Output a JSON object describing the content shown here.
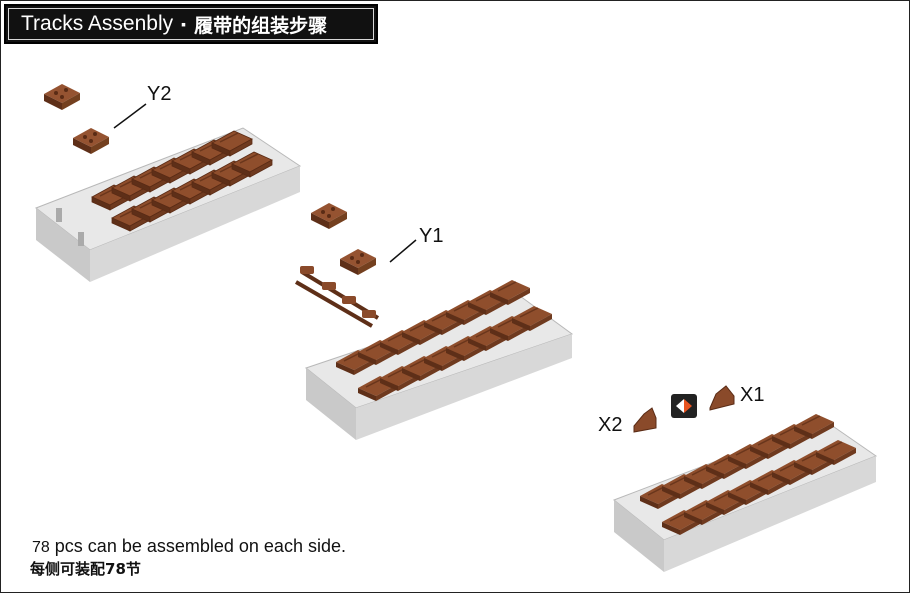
{
  "header": {
    "title_en": "Tracks Assenbly",
    "bullet": "▪",
    "title_zh": "履带的组装步骤"
  },
  "callouts": {
    "y2": "Y2",
    "y1": "Y1",
    "x1": "X1",
    "x2": "X2"
  },
  "notes": {
    "count_number": "78",
    "count_text": " pcs can be assembled on each side.",
    "zh_text": "每侧可装配78节"
  },
  "colors": {
    "track": "#8a4a2a",
    "track_dark": "#5e2f18",
    "jig_top": "#e6e6e6",
    "jig_side": "#c9c9c9",
    "arrow_orange": "#e8531f"
  }
}
